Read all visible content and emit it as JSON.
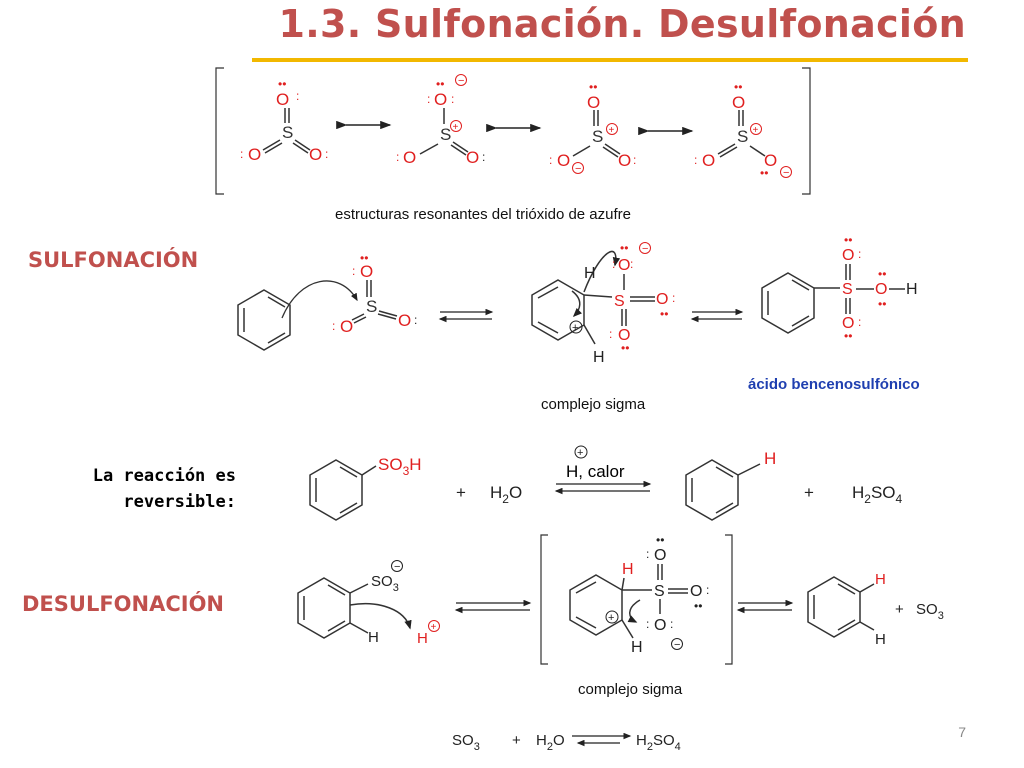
{
  "title": "1.3. Sulfonación. Desulfonación",
  "caption_resonance": "estructuras resonantes del trióxido de azufre",
  "section_sulfonation": "SULFONACIÓN",
  "section_desulfonation": "DESULFONACIÓN",
  "note_reversible_line1": "La reacción es",
  "note_reversible_line2": "reversible:",
  "caption_sigma_complex_1": "complejo sigma",
  "caption_sigma_complex_2": "complejo sigma",
  "product_name": "ácido bencenosulfónico",
  "reaction_condition": "H, calor",
  "page_number": "7",
  "colors": {
    "title": "#c0504d",
    "rule": "#f2b800",
    "atom": "#e02020",
    "product_label": "#1f3fb0"
  }
}
